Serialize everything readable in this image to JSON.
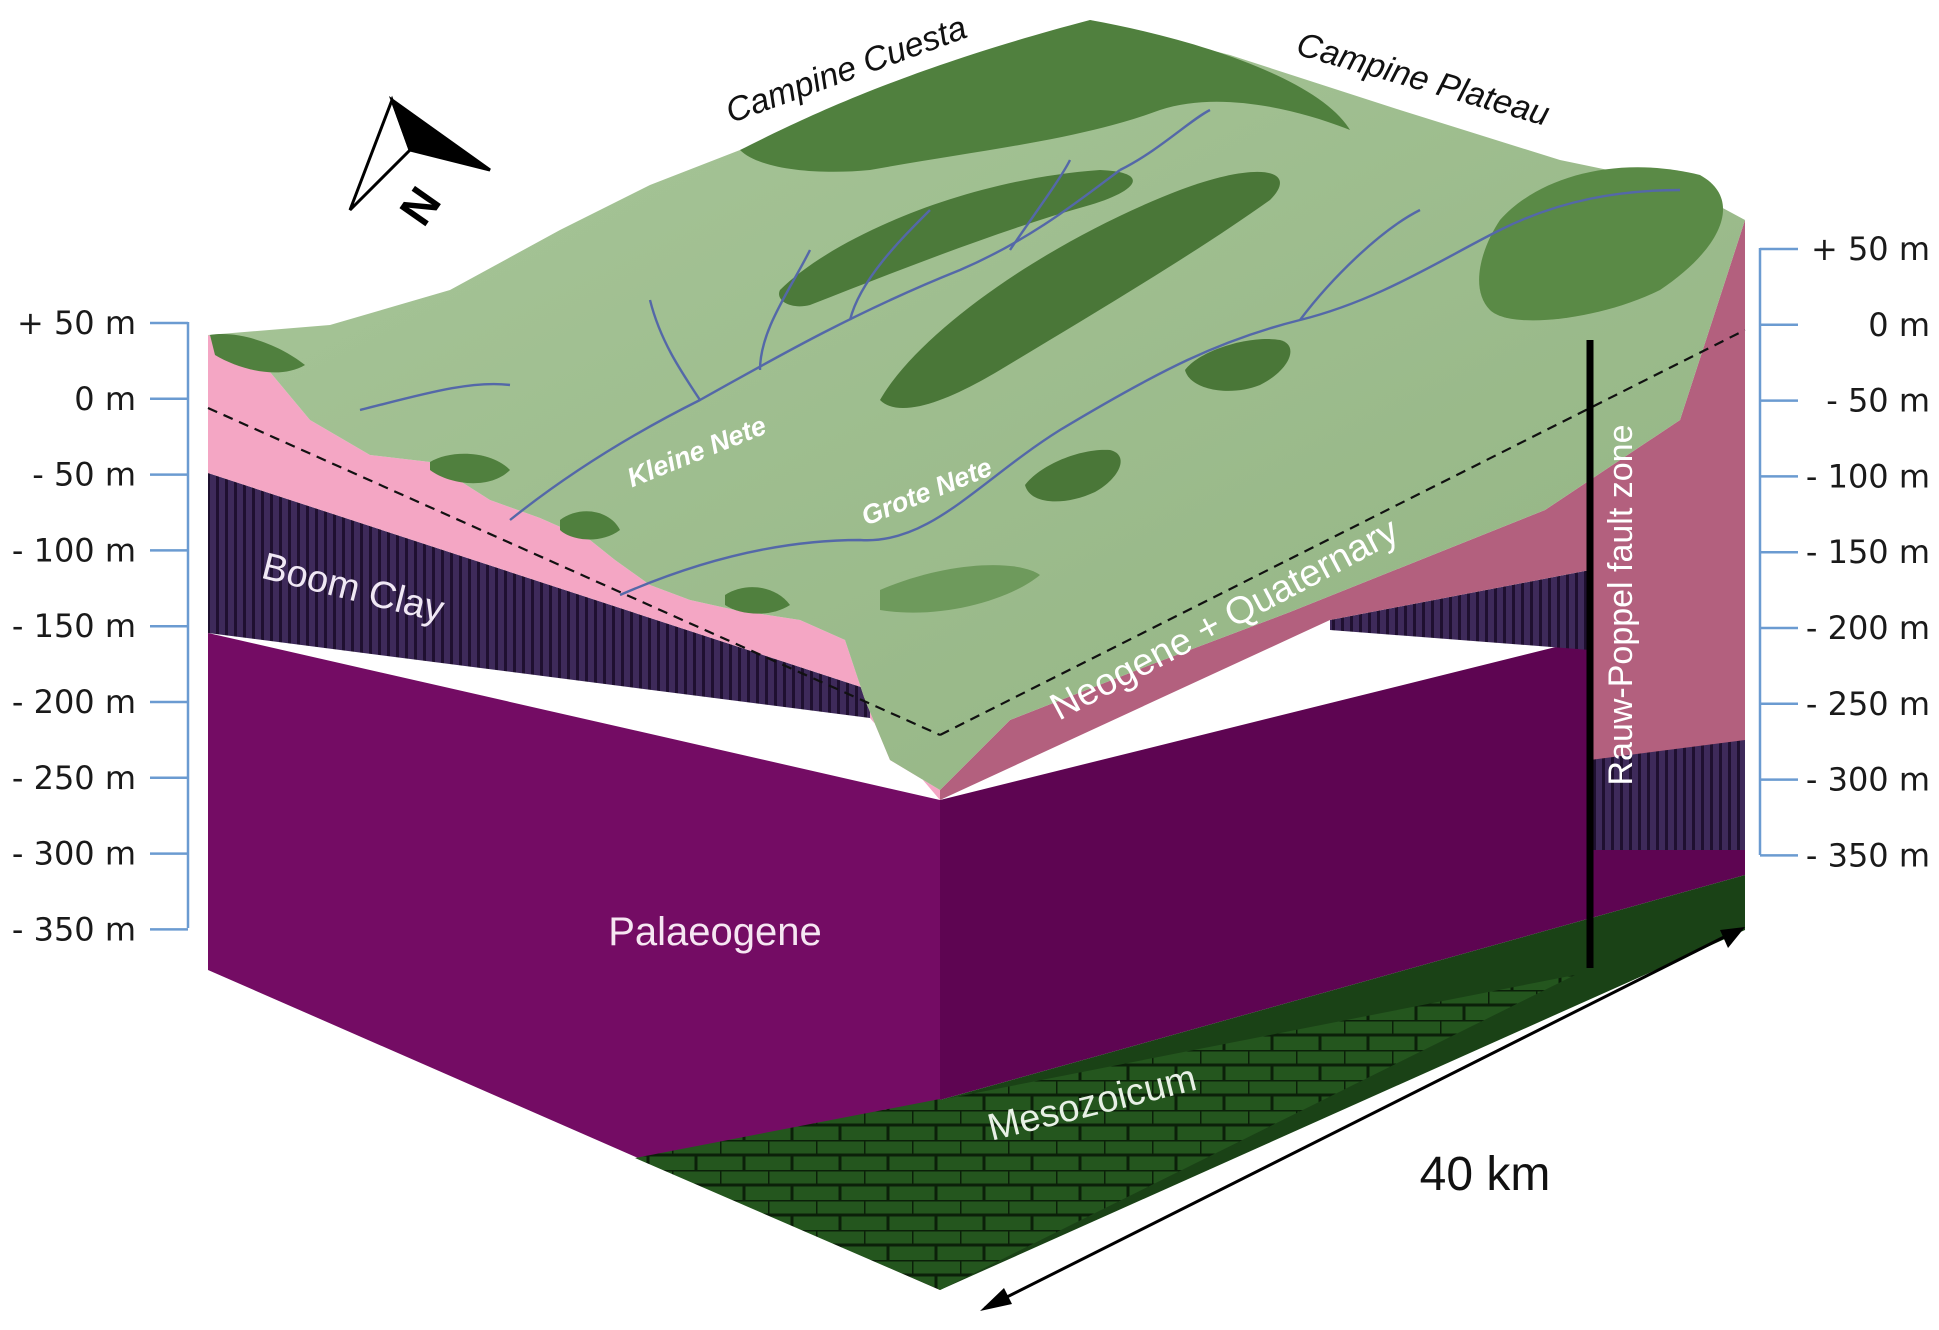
{
  "landforms": {
    "cuesta": "Campine Cuesta",
    "plateau": "Campine Plateau"
  },
  "rivers": {
    "kleine_nete": "Kleine Nete",
    "grote_nete": "Grote Nete"
  },
  "units": {
    "boom_clay": "Boom Clay",
    "neogene_quaternary": "Neogene + Quaternary",
    "palaeogene": "Palaeogene",
    "mesozoicum": "Mesozoicum",
    "fault_zone": "Rauw-Poppel fault zone"
  },
  "scale": {
    "length": "40 km"
  },
  "left_axis": [
    "+ 50 m",
    "0 m",
    "- 50 m",
    "- 100 m",
    "- 150 m",
    "- 200 m",
    "- 250 m",
    "- 300 m",
    "- 350 m"
  ],
  "right_axis": [
    "+ 50 m",
    "0 m",
    "- 50 m",
    "- 100 m",
    "- 150 m",
    "- 200 m",
    "- 250 m",
    "- 300 m",
    "- 350 m"
  ],
  "north_arrow": {
    "icon": "north-arrow-icon"
  },
  "colors": {
    "neogene_front": "#f4a6c4",
    "neogene_side": "#b3607e",
    "boom_clay": "#362152",
    "palaeogene_front": "#740c64",
    "palaeogene_side": "#5e0552",
    "mesozoicum": "#1f4a1a",
    "surface_light": "#9ebd8d",
    "surface_dark": "#4e7a3b",
    "river": "#5468a8",
    "axis": "#6b9bd1"
  }
}
